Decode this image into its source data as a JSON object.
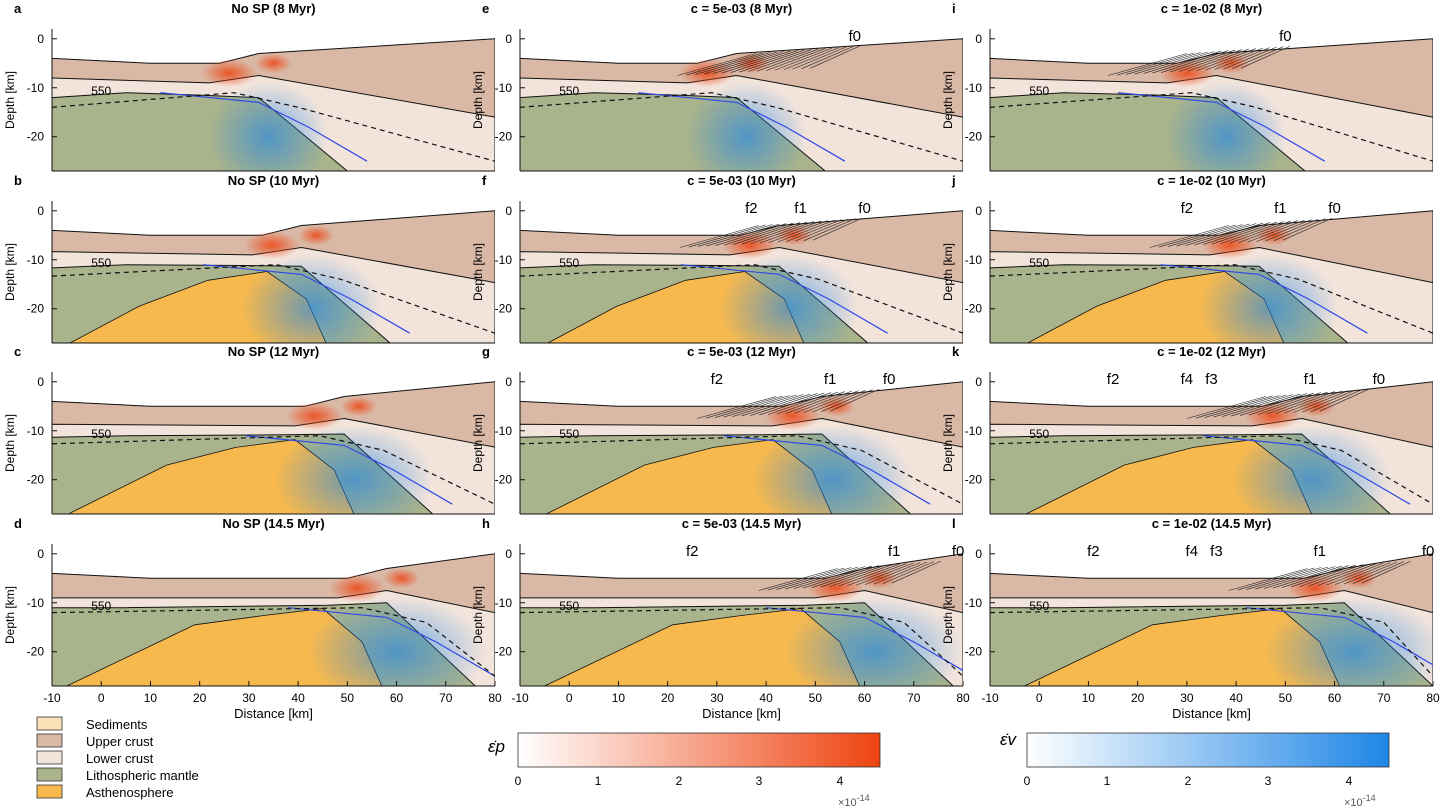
{
  "figure": {
    "y_axis_label": "Depth [km]",
    "x_axis_label": "Distance [km]",
    "x_ticks": [
      "-10",
      "0",
      "10",
      "20",
      "30",
      "40",
      "50",
      "60",
      "70",
      "80"
    ],
    "y_ticks": [
      "0",
      "-10",
      "-20"
    ],
    "isotherm_label": "550",
    "sea_level_color": "#4fb3e8",
    "colors": {
      "sediments": "#fbe1b8",
      "upper_crust": "#d9b8a6",
      "lower_crust": "#f2e4db",
      "lithospheric_mantle": "#a9b38c",
      "asthenosphere": "#f7b94e",
      "plastic_strain": "#ee4411",
      "viscous_strain": "#1f86e6"
    },
    "panels": [
      {
        "letter": "a",
        "title": "No SP    (8 Myr)",
        "faults": []
      },
      {
        "letter": "b",
        "title": "No SP    (10 Myr)",
        "faults": []
      },
      {
        "letter": "c",
        "title": "No SP    (12 Myr)",
        "faults": []
      },
      {
        "letter": "d",
        "title": "No SP    (14.5 Myr)",
        "faults": []
      },
      {
        "letter": "e",
        "title": "c = 5e-03    (8 Myr)",
        "faults": [
          {
            "name": "f0",
            "x": 58
          }
        ]
      },
      {
        "letter": "f",
        "title": "c = 5e-03    (10 Myr)",
        "faults": [
          {
            "name": "f2",
            "x": 37
          },
          {
            "name": "f1",
            "x": 47
          },
          {
            "name": "f0",
            "x": 60
          }
        ]
      },
      {
        "letter": "g",
        "title": "c = 5e-03    (12 Myr)",
        "faults": [
          {
            "name": "f2",
            "x": 30
          },
          {
            "name": "f1",
            "x": 53
          },
          {
            "name": "f0",
            "x": 65
          }
        ]
      },
      {
        "letter": "h",
        "title": "c = 5e-03    (14.5 Myr)",
        "faults": [
          {
            "name": "f2",
            "x": 25
          },
          {
            "name": "f1",
            "x": 66
          },
          {
            "name": "f0",
            "x": 79
          }
        ]
      },
      {
        "letter": "i",
        "title": "c = 1e-02    (8 Myr)",
        "faults": [
          {
            "name": "f0",
            "x": 50
          }
        ]
      },
      {
        "letter": "j",
        "title": "c = 1e-02    (10 Myr)",
        "faults": [
          {
            "name": "f2",
            "x": 30
          },
          {
            "name": "f1",
            "x": 49
          },
          {
            "name": "f0",
            "x": 60
          }
        ]
      },
      {
        "letter": "k",
        "title": "c = 1e-02    (12 Myr)",
        "faults": [
          {
            "name": "f2",
            "x": 15
          },
          {
            "name": "f4",
            "x": 30
          },
          {
            "name": "f3",
            "x": 35
          },
          {
            "name": "f1",
            "x": 55
          },
          {
            "name": "f0",
            "x": 69
          }
        ]
      },
      {
        "letter": "l",
        "title": "c = 1e-02    (14.5 Myr)",
        "faults": [
          {
            "name": "f2",
            "x": 11
          },
          {
            "name": "f4",
            "x": 31
          },
          {
            "name": "f3",
            "x": 36
          },
          {
            "name": "f1",
            "x": 57
          },
          {
            "name": "f0",
            "x": 79
          }
        ]
      }
    ],
    "legend": [
      {
        "label": "Sediments",
        "color": "#fbe1b8"
      },
      {
        "label": "Upper crust",
        "color": "#d9b8a6"
      },
      {
        "label": "Lower crust",
        "color": "#f2e4db"
      },
      {
        "label": "Lithospheric mantle",
        "color": "#a9b38c"
      },
      {
        "label": "Asthenosphere",
        "color": "#f7b94e"
      }
    ],
    "colorbars": [
      {
        "symbol": "ε̇p",
        "ticks": [
          "0",
          "1",
          "2",
          "3",
          "4"
        ],
        "max": 4.5,
        "multiplier": "×10",
        "exponent": "-14",
        "color": "#ee4411"
      },
      {
        "symbol": "ε̇v",
        "ticks": [
          "0",
          "1",
          "2",
          "3",
          "4"
        ],
        "max": 4.5,
        "multiplier": "×10",
        "exponent": "-14",
        "color": "#1f86e6"
      }
    ]
  }
}
